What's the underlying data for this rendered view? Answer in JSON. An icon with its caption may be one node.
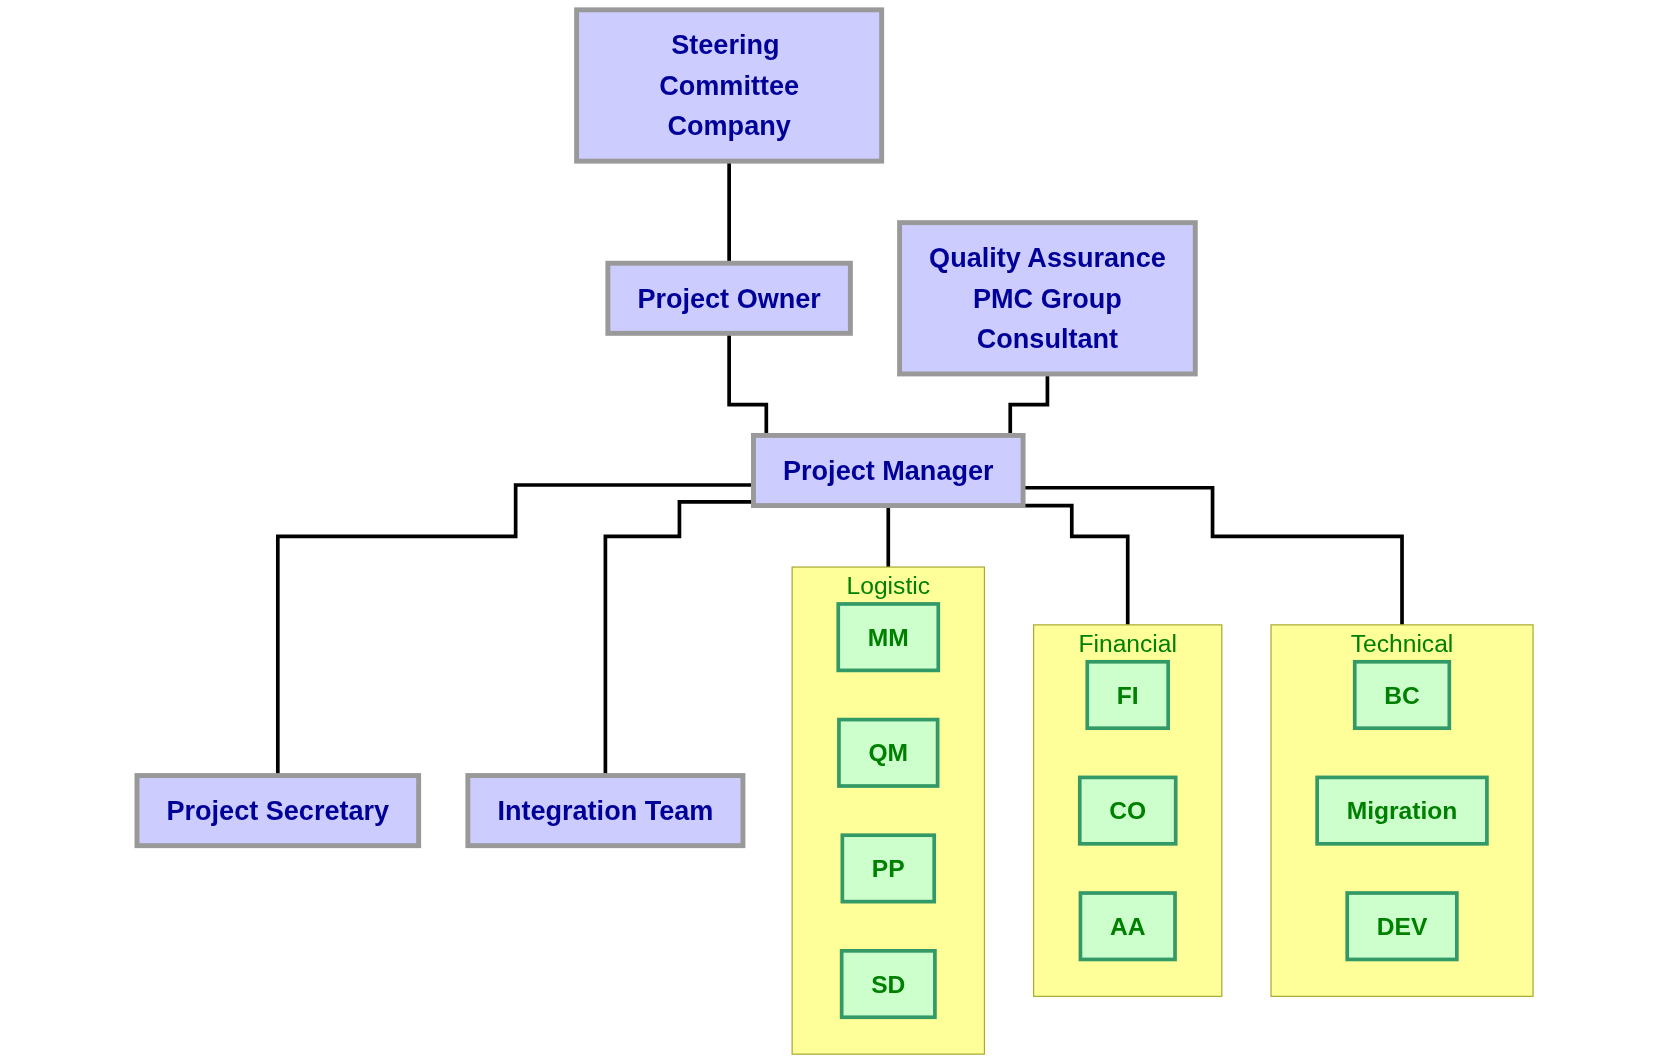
{
  "diagram": {
    "nodes": [
      {
        "text": [
          "Steering Committee",
          "Company"
        ]
      },
      {
        "text": [
          "Project Owner"
        ]
      },
      {
        "text": [
          "Quality Assurance",
          "PMC Group",
          "Consultant"
        ]
      },
      {
        "text": [
          "Project Manager"
        ]
      },
      {
        "text": [
          "Project Secretary"
        ]
      },
      {
        "text": [
          "Integration Team"
        ]
      },
      {
        "text": [
          "Logistic"
        ]
      },
      {
        "text": [
          "MM"
        ],
        "in": 6
      },
      {
        "text": [
          "QM"
        ],
        "in": 6
      },
      {
        "text": [
          "PP"
        ],
        "in": 6
      },
      {
        "text": [
          "SD"
        ],
        "in": 6
      },
      {
        "text": [
          "Financial"
        ]
      },
      {
        "text": [
          "FI"
        ],
        "in": 11
      },
      {
        "text": [
          "CO"
        ],
        "in": 11
      },
      {
        "text": [
          "AA"
        ],
        "in": 11
      },
      {
        "text": [
          "Technical"
        ]
      },
      {
        "text": [
          "BC"
        ],
        "in": 15
      },
      {
        "text": [
          "Migration"
        ],
        "in": 15
      },
      {
        "text": [
          "DEV"
        ],
        "in": 15
      }
    ],
    "edges": [
      {
        "from": 0,
        "to": 1,
        "arrow": "none"
      },
      {
        "from": 1,
        "to": 3,
        "arrow": "none"
      },
      {
        "from": 2,
        "to": 3,
        "arrow": "none"
      },
      {
        "from": 3,
        "to": 4,
        "arrow": "none"
      },
      {
        "from": 3,
        "to": 5,
        "arrow": "none"
      },
      {
        "from": 3,
        "to": 6,
        "arrow": "none"
      },
      {
        "from": 3,
        "to": 11,
        "arrow": "none"
      },
      {
        "from": 3,
        "to": 15,
        "arrow": "none"
      }
    ]
  }
}
